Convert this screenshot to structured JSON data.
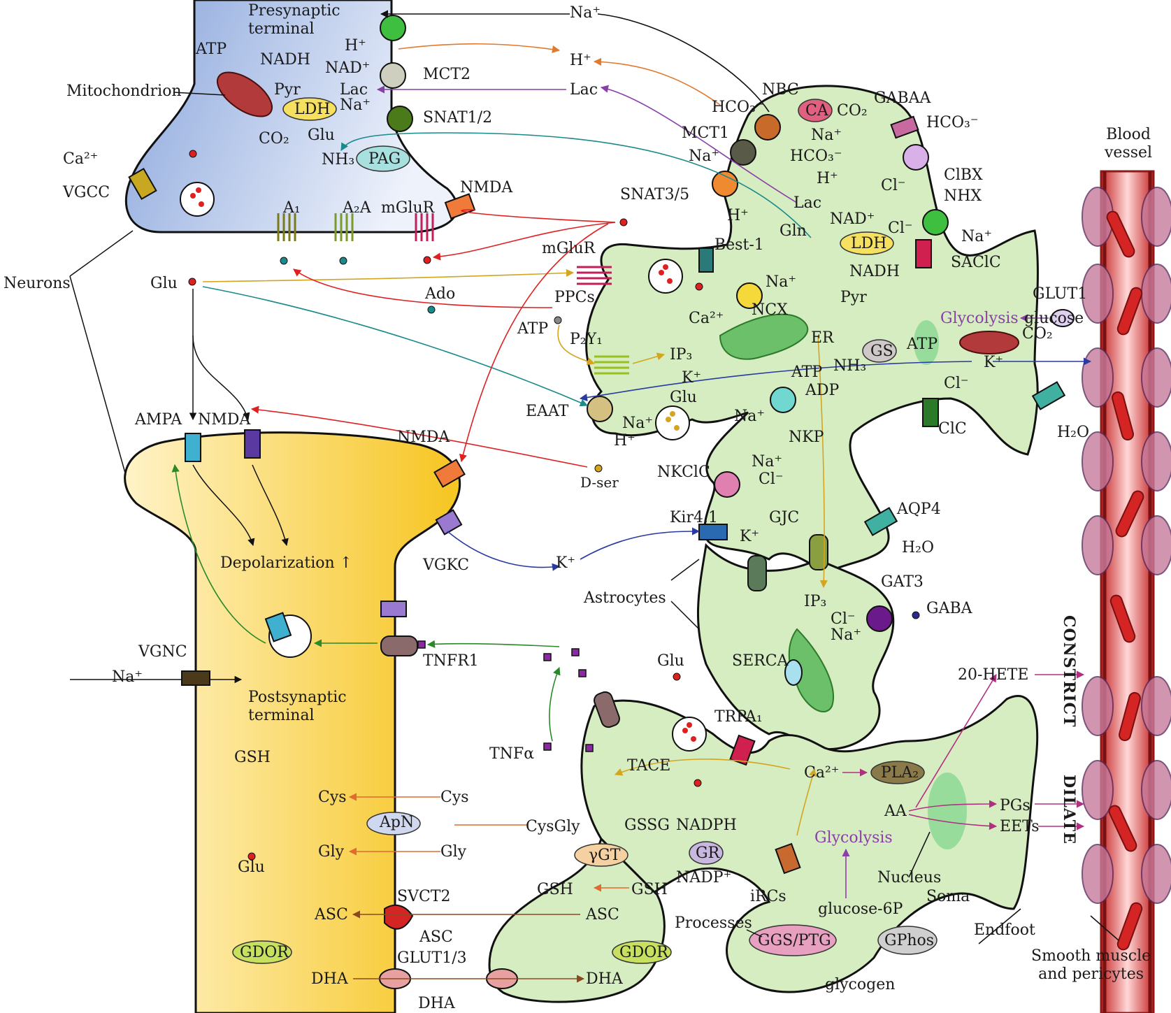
{
  "colors": {
    "presynaptic_fill": "#b8c9ea",
    "postsynaptic_fill": "#f7c93a",
    "astrocyte_fill": "#d6ecc1",
    "vessel_fill": "#e84c4c",
    "rbc_fill": "#d42424",
    "glu_marker": "#e02020"
  },
  "labels": {
    "presynaptic": "Presynaptic\nterminal",
    "mitochondrion": "Mitochondrion",
    "atp_pre": "ATP",
    "nadh_pre": "NADH",
    "nad_pre": "NAD⁺",
    "h_pre": "H⁺",
    "pyr_pre": "Pyr",
    "lac_pre": "Lac",
    "na_pre": "Na⁺",
    "ldh_pre": "LDH",
    "co2_pre": "CO₂",
    "glu_pre": "Glu",
    "nh3_pre": "NH₃",
    "pag": "PAG",
    "ca_pre": "Ca²⁺",
    "vgcc": "VGCC",
    "a1": "A₁",
    "a2a": "A₂A",
    "mglur_pre": "mGluR",
    "nmda_pre": "NMDA",
    "na_top": "Na⁺",
    "h_mid": "H⁺",
    "lac_mid": "Lac",
    "mct2": "MCT2",
    "snat12": "SNAT1/2",
    "neurons": "Neurons",
    "glu_cleft": "Glu",
    "ado": "Ado",
    "atp_cleft": "ATP",
    "ampa": "AMPA",
    "nmda_post": "NMDA",
    "nmda_post2": "NMDA",
    "depolarization": "Depolarization ↑",
    "vgkc": "VGKC",
    "k_cleft": "K⁺",
    "vgnc": "VGNC",
    "na_vgnc": "Na⁺",
    "postsynaptic": "Postsynaptic\nterminal",
    "tnfr1": "TNFR1",
    "gsh_post": "GSH",
    "cys_post": "Cys",
    "gly_post": "Gly",
    "glu_post": "Glu",
    "apn": "ApN",
    "cys_out": "Cys",
    "gly_out": "Gly",
    "cysgly": "CysGly",
    "svct2": "SVCT2",
    "asc_post": "ASC",
    "asc_out": "ASC",
    "gdor_post": "GDOR",
    "dha_post": "DHA",
    "glut13": "GLUT1/3",
    "dha_out": "DHA",
    "nbc": "NBC",
    "ca_enzyme": "CA",
    "co2_ast": "CO₂",
    "hco3_nbc": "HCO₃⁻",
    "na_nbc": "Na⁺",
    "hco3_mid": "HCO₃⁻",
    "h_ast": "H⁺",
    "mct1": "MCT1",
    "na_mct": "Na⁺",
    "h_mct": "H⁺",
    "gabaa": "GABAA",
    "hco3_gaba": "HCO₃⁻",
    "cl_gaba": "Cl⁻",
    "clbx": "ClBX",
    "nhx": "NHX",
    "na_nhx": "Na⁺",
    "cl_sacl": "Cl⁻",
    "saclc": "SAClC",
    "lac_ast": "Lac",
    "gln": "Gln",
    "nad_ast": "NAD⁺",
    "ldh_ast": "LDH",
    "nadh_ast": "NADH",
    "pyr_ast": "Pyr",
    "snat35": "SNAT3/5",
    "best1": "Best-1",
    "mglur_ast": "mGluR",
    "ppcs": "PPCs",
    "p2y1": "P₂Y₁",
    "ip3_ast": "IP₃",
    "ca_ast": "Ca²⁺",
    "ncx": "NCX",
    "na_ncx": "Na⁺",
    "er": "ER",
    "k_ast": "K⁺",
    "glu_ast": "Glu",
    "eaat": "EAAT",
    "na_eaat": "Na⁺",
    "h_eaat": "H⁺",
    "dser": "D-ser",
    "nh3_ast": "NH₃",
    "gs": "GS",
    "atp_nkp": "ATP",
    "adp_nkp": "ADP",
    "na_nkp": "Na⁺",
    "nkp": "NKP",
    "glycolysis_top": "Glycolysis",
    "glucose": "glucose",
    "glut1": "GLUT1",
    "atp_ast2": "ATP",
    "co2_ast2": "CO₂",
    "k_ast2": "K⁺",
    "cl_clc": "Cl⁻",
    "clc": "ClC",
    "h2o_top": "H₂O",
    "blood_vessel": "Blood\nvessel",
    "nkclc": "NKClC",
    "na_nkcl": "Na⁺",
    "cl_nkcl": "Cl⁻",
    "kir41": "Kir4.1",
    "k_kir": "K⁺",
    "gjc": "GJC",
    "aqp4": "AQP4",
    "h2o_aqp": "H₂O",
    "astrocytes": "Astrocytes",
    "ip3_gjc": "IP₃",
    "gat3": "GAT3",
    "cl_gat": "Cl⁻",
    "na_gat": "Na⁺",
    "gaba": "GABA",
    "serca": "SERCA",
    "glu_ves": "Glu",
    "trpa1": "TRPA₁",
    "tnfa": "TNFα",
    "tace": "TACE",
    "ca_ast2": "Ca²⁺",
    "pla2": "PLA₂",
    "aa": "AA",
    "hete": "20-HETE",
    "pgs": "PGs",
    "eets": "EETs",
    "constrict": "CONSTRICT",
    "dilate": "DILATE",
    "gssg": "GSSG",
    "nadph": "NADPH",
    "gr": "GR",
    "nadp": "NADP⁺",
    "ggt": "γGT",
    "gsh_ast_l": "GSH",
    "gsh_ast": "GSH",
    "asc_ast": "ASC",
    "gdor_ast": "GDOR",
    "dha_ast": "DHA",
    "glycolysis_bot": "Glycolysis",
    "irc": "iRCs",
    "processes": "Processes",
    "glucose6p": "glucose-6P",
    "ggs_ptg": "GGS/PTG",
    "gphos": "GPhos",
    "glycogen": "glycogen",
    "nucleus": "Nucleus",
    "soma": "Soma",
    "endfoot": "Endfoot",
    "smooth_muscle": "Smooth muscle\nand pericytes"
  }
}
